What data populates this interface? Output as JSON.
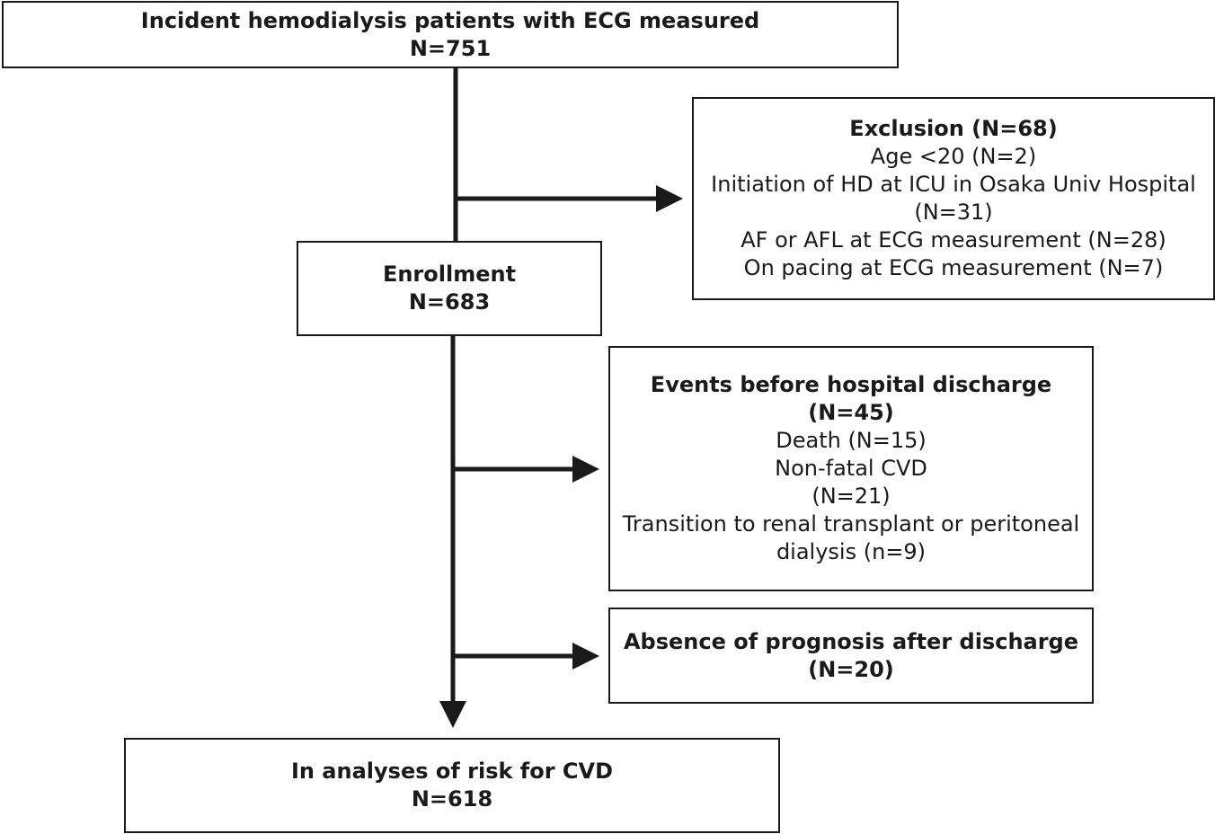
{
  "flowchart": {
    "top": {
      "title": "Incident hemodialysis patients with ECG measured",
      "count": "N=751"
    },
    "exclusion": {
      "title": "Exclusion (N=68)",
      "lines": [
        "Age <20 (N=2)",
        "Initiation of HD at ICU in Osaka Univ Hospital",
        "(N=31)",
        "AF or AFL at ECG measurement (N=28)",
        "On pacing at ECG measurement (N=7)"
      ]
    },
    "enrollment": {
      "title": "Enrollment",
      "count": "N=683"
    },
    "events": {
      "title": "Events before hospital discharge",
      "count": "(N=45)",
      "lines": [
        "Death (N=15)",
        "Non-fatal CVD",
        "(N=21)",
        "Transition to renal transplant or peritoneal",
        "dialysis (n=9)"
      ]
    },
    "absence": {
      "title": "Absence of prognosis after discharge",
      "count": "(N=20)"
    },
    "final": {
      "title": "In analyses of risk for CVD",
      "count": "N=618"
    }
  },
  "colors": {
    "line": "#1a1a1a",
    "text": "#1a1a1a",
    "background": "#ffffff"
  }
}
